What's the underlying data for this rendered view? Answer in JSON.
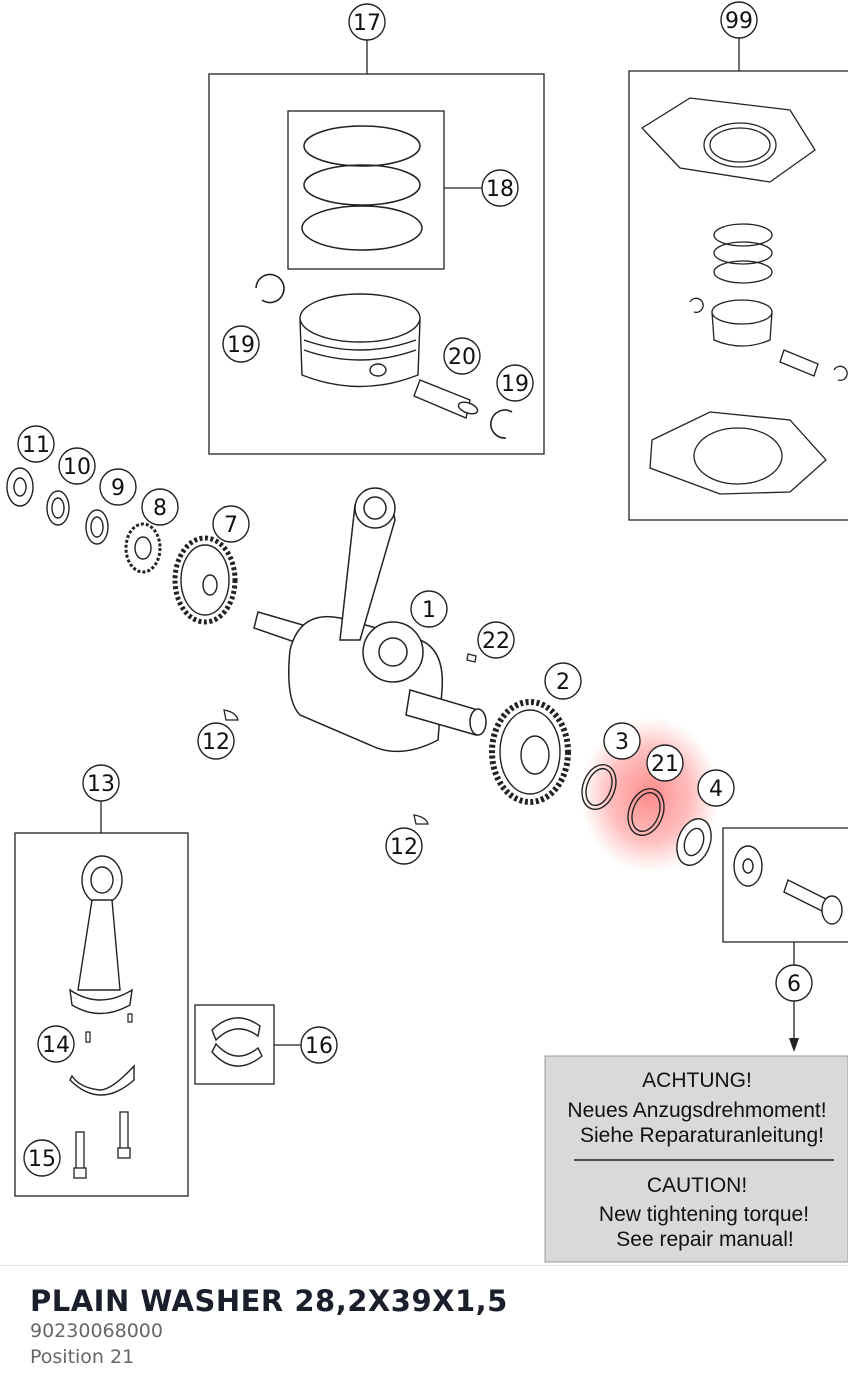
{
  "callouts": {
    "c17": "17",
    "c99": "99",
    "c18": "18",
    "c19a": "19",
    "c20": "20",
    "c19b": "19",
    "c11": "11",
    "c10": "10",
    "c9": "9",
    "c8": "8",
    "c7": "7",
    "c1": "1",
    "c22": "22",
    "c2": "2",
    "c3": "3",
    "c21": "21",
    "c4": "4",
    "c12a": "12",
    "c12b": "12",
    "c13": "13",
    "c6": "6",
    "c14": "14",
    "c16": "16",
    "c15": "15"
  },
  "warning": {
    "de_title": "ACHTUNG!",
    "de_line1": "Neues Anzugsdrehmoment!",
    "de_line2": "Siehe Reparaturanleitung!",
    "en_title": "CAUTION!",
    "en_line1": "New tightening torque!",
    "en_line2": "See repair manual!"
  },
  "selected_part": {
    "title": "PLAIN WASHER 28,2X39X1,5",
    "part_number": "90230068000",
    "position": "Position 21"
  },
  "colors": {
    "highlight": "#ff3333",
    "warning_box": "#d9d9d9"
  }
}
